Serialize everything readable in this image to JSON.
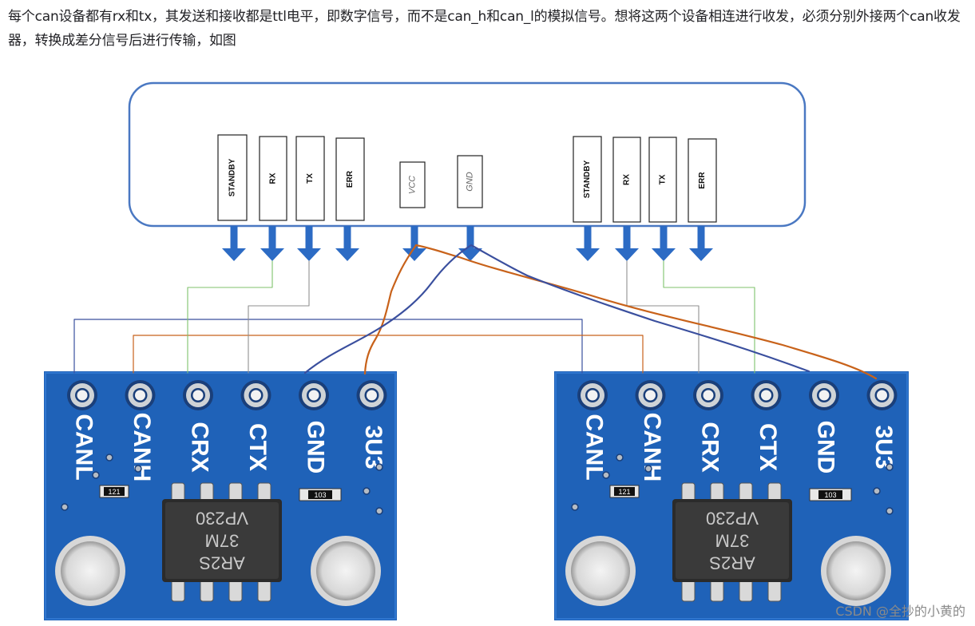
{
  "article": {
    "intro_text": "每个can设备都有rx和tx，其发送和接收都是ttl电平，即数字信号，而不是can_h和can_l的模拟信号。想将这两个设备相连进行收发，必须分别外接两个can收发器，转换成差分信号后进行传输，如图"
  },
  "controller": {
    "left_pins": [
      "STANDBY",
      "RX",
      "TX",
      "ERR"
    ],
    "power_pins": [
      "VCC",
      "GND"
    ],
    "right_pins": [
      "STANDBY",
      "RX",
      "TX",
      "ERR"
    ]
  },
  "module": {
    "pin_labels": [
      "CANL",
      "CANH",
      "CRX",
      "CTX",
      "GND",
      "3U3"
    ],
    "chip_lines": [
      "VP230",
      "37M",
      "AR2S"
    ],
    "resistor_left": "121",
    "resistor_right": "103"
  },
  "wires": {
    "blue": "#3a4f9e",
    "orange": "#c8621a",
    "green": "#7fc26b",
    "gray": "#8f8f8f",
    "arrow": "#2c6bc4",
    "box_border": "#4a78c2",
    "board": "#1f62b8"
  },
  "watermark": "CSDN @全抄的小黄的"
}
